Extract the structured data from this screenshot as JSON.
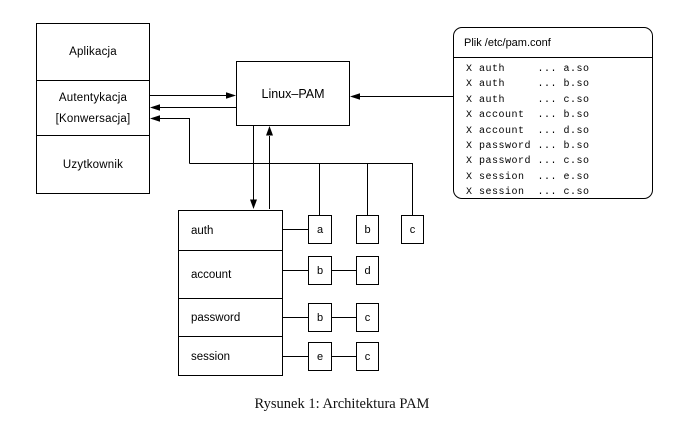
{
  "diagram": {
    "app_box": {
      "sections": [
        {
          "label": "Aplikacja"
        },
        {
          "label": "Autentykacja",
          "sublabel": "[Konwersacja]"
        },
        {
          "label": "Uzytkownik"
        }
      ]
    },
    "pam_box": {
      "label": "Linux–PAM"
    },
    "conf_box": {
      "title": "Plik /etc/pam.conf",
      "entries": [
        "X auth     ... a.so",
        "X auth     ... b.so",
        "X auth     ... c.so",
        "X account  ... b.so",
        "X account  ... d.so",
        "X password ... b.so",
        "X password ... c.so",
        "X session  ... e.so",
        "X session  ... c.so"
      ]
    },
    "stack_box": {
      "rows": [
        {
          "label": "auth",
          "modules": [
            "a",
            "b",
            "c"
          ]
        },
        {
          "label": "account",
          "modules": [
            "b",
            "d"
          ]
        },
        {
          "label": "password",
          "modules": [
            "b",
            "c"
          ]
        },
        {
          "label": "session",
          "modules": [
            "e",
            "c"
          ]
        }
      ]
    },
    "caption": "Rysunek 1: Architektura PAM",
    "colors": {
      "line": "#000000",
      "background": "#ffffff",
      "text": "#000000"
    }
  }
}
